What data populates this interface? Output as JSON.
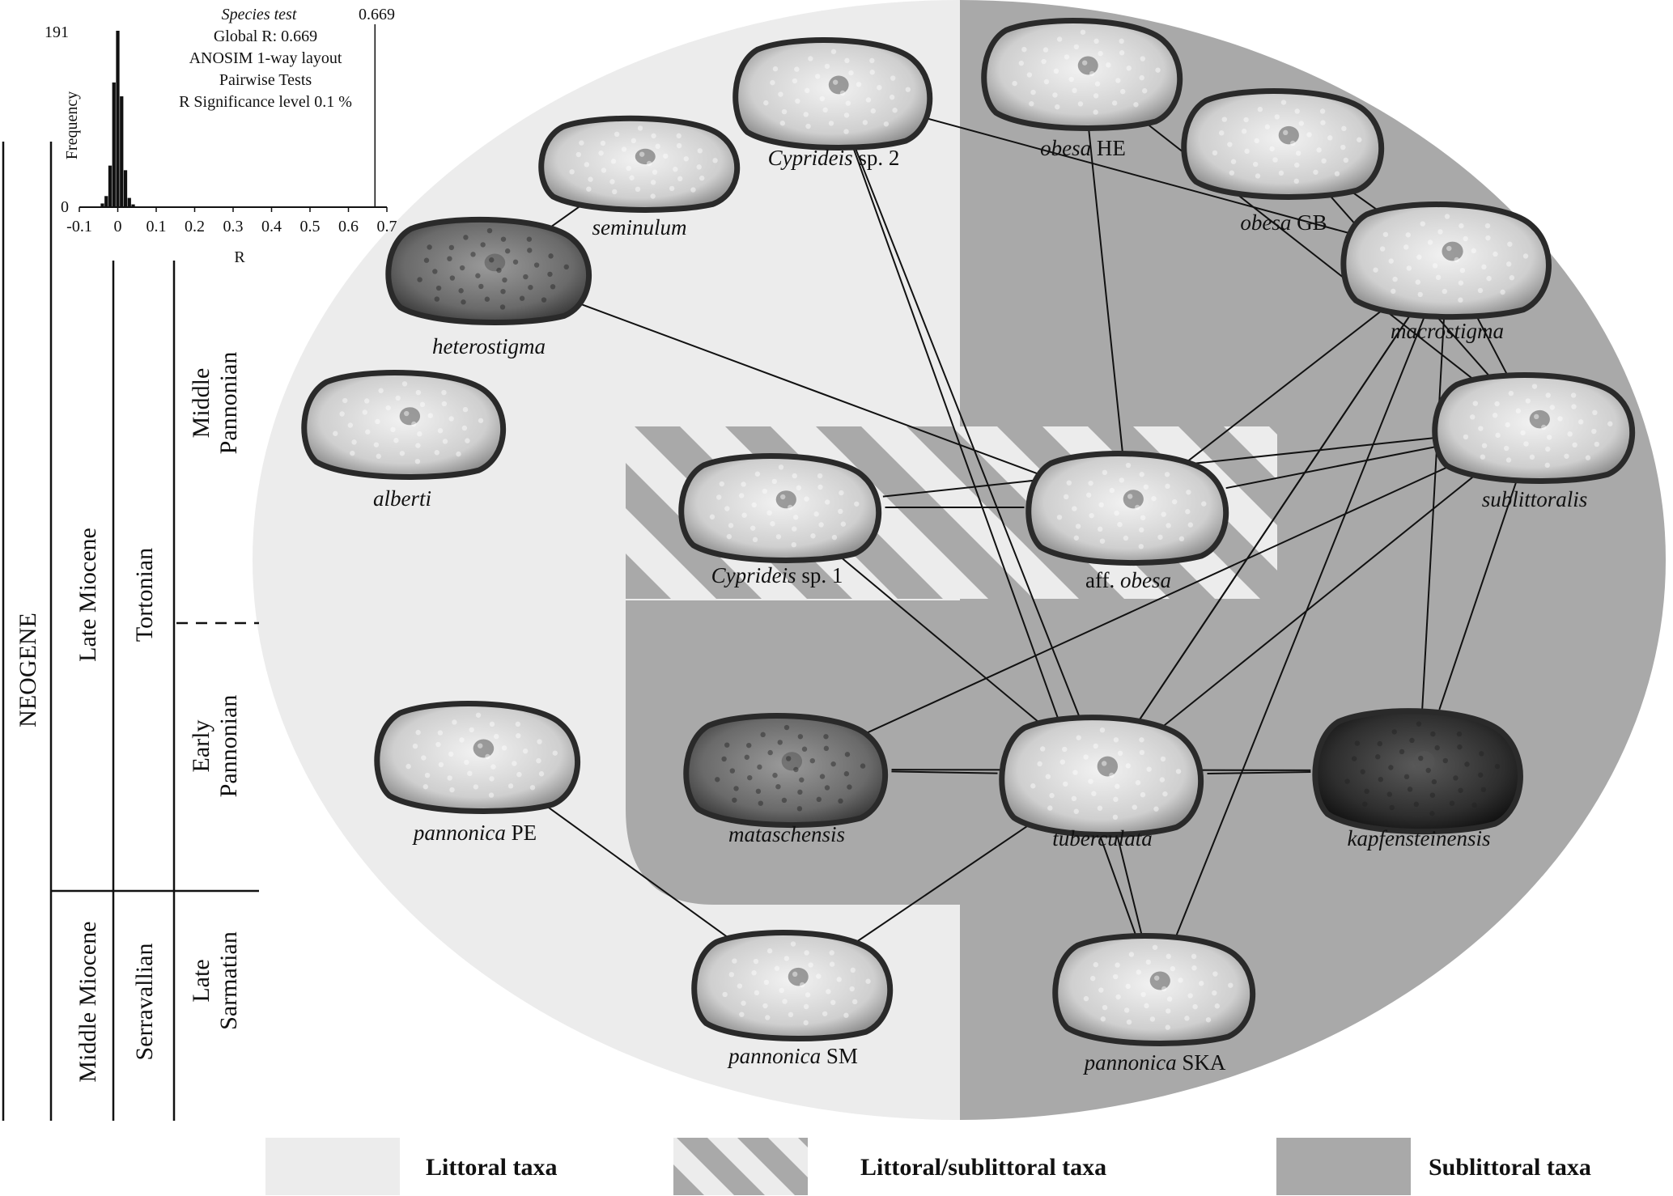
{
  "histogram": {
    "title": "Species test",
    "stat_value": "0.669",
    "lines": [
      "Global R: 0.669",
      "ANOSIM 1-way layout",
      "Pairwise Tests",
      "R Significance level 0.1 %"
    ],
    "ylabel": "Frequency",
    "xlabel": "R",
    "ymax_label": "191",
    "ymin_label": "0",
    "x_ticks": [
      "-0.1",
      "0",
      "0.1",
      "0.2",
      "0.3",
      "0.4",
      "0.5",
      "0.6",
      "0.7"
    ],
    "bins": [
      {
        "r": -0.04,
        "count": 4
      },
      {
        "r": -0.03,
        "count": 12
      },
      {
        "r": -0.02,
        "count": 45
      },
      {
        "r": -0.01,
        "count": 135
      },
      {
        "r": 0.0,
        "count": 191
      },
      {
        "r": 0.01,
        "count": 120
      },
      {
        "r": 0.02,
        "count": 40
      },
      {
        "r": 0.03,
        "count": 10
      },
      {
        "r": 0.04,
        "count": 3
      }
    ],
    "observed_r": 0.669
  },
  "stratigraphy": {
    "era": "NEOGENE",
    "epochs": [
      "Late Miocene",
      "Middle Miocene"
    ],
    "stages": [
      "Tortonian",
      "Serravallian"
    ],
    "substages": [
      [
        "Middle",
        "Pannonian"
      ],
      [
        "Early",
        "Pannonian"
      ],
      [
        "Late",
        "Sarmatian"
      ]
    ]
  },
  "taxa": [
    {
      "id": "seminulum",
      "label": "seminulum",
      "tone": "light"
    },
    {
      "id": "cyp2",
      "label": "Cyprideis",
      "suffix": " sp. 2",
      "tone": "light"
    },
    {
      "id": "obesaHE",
      "label": "obesa",
      "suffix": " HE",
      "tone": "light"
    },
    {
      "id": "obesaGB",
      "label": "obesa",
      "suffix": " GB",
      "tone": "light"
    },
    {
      "id": "heterostigma",
      "label": "heterostigma",
      "tone": "dark"
    },
    {
      "id": "macrostigma",
      "label": "macrostigma",
      "tone": "light"
    },
    {
      "id": "alberti",
      "label": "alberti",
      "tone": "light"
    },
    {
      "id": "sublittoralis",
      "label": "sublittoralis",
      "tone": "light"
    },
    {
      "id": "cyp1",
      "label": "Cyprideis",
      "suffix": " sp. 1",
      "tone": "light"
    },
    {
      "id": "affobesa",
      "prefix": "aff. ",
      "label": "obesa",
      "tone": "light"
    },
    {
      "id": "panPE",
      "label": "pannonica",
      "suffix": " PE",
      "tone": "light"
    },
    {
      "id": "mataschensis",
      "label": "mataschensis",
      "tone": "dark"
    },
    {
      "id": "tuberculata",
      "label": "tuberculata",
      "tone": "light"
    },
    {
      "id": "kapfensteinensis",
      "label": "kapfensteinensis",
      "tone": "black"
    },
    {
      "id": "panSM",
      "label": "pannonica",
      "suffix": " SM",
      "tone": "light"
    },
    {
      "id": "panSKA",
      "label": "pannonica",
      "suffix": " SKA",
      "tone": "light"
    }
  ],
  "connections": [
    [
      "seminulum",
      "heterostigma"
    ],
    [
      "heterostigma",
      "affobesa"
    ],
    [
      "cyp2",
      "macrostigma"
    ],
    [
      "cyp2",
      "tuberculata"
    ],
    [
      "cyp2",
      "panSKA"
    ],
    [
      "obesaHE",
      "affobesa"
    ],
    [
      "obesaHE",
      "sublittoralis"
    ],
    [
      "obesaGB",
      "macrostigma"
    ],
    [
      "obesaGB",
      "sublittoralis"
    ],
    [
      "macrostigma",
      "sublittoralis"
    ],
    [
      "macrostigma",
      "affobesa"
    ],
    [
      "macrostigma",
      "tuberculata"
    ],
    [
      "macrostigma",
      "kapfensteinensis"
    ],
    [
      "macrostigma",
      "panSKA"
    ],
    [
      "sublittoralis",
      "cyp1"
    ],
    [
      "sublittoralis",
      "affobesa"
    ],
    [
      "sublittoralis",
      "mataschensis"
    ],
    [
      "sublittoralis",
      "tuberculata"
    ],
    [
      "sublittoralis",
      "kapfensteinensis"
    ],
    [
      "cyp1",
      "affobesa"
    ],
    [
      "cyp1",
      "tuberculata"
    ],
    [
      "mataschensis",
      "tuberculata"
    ],
    [
      "mataschensis",
      "kapfensteinensis"
    ],
    [
      "tuberculata",
      "kapfensteinensis"
    ],
    [
      "tuberculata",
      "panSKA"
    ],
    [
      "tuberculata",
      "panSM"
    ],
    [
      "panPE",
      "panSM"
    ],
    [
      "macrostigma",
      "tuberculata"
    ]
  ],
  "legend": [
    {
      "label": "Littoral taxa",
      "pattern": "light"
    },
    {
      "label": "Littoral/sublittoral taxa",
      "pattern": "striped"
    },
    {
      "label": "Sublittoral taxa",
      "pattern": "dark"
    }
  ],
  "colors": {
    "littoral": "#ececec",
    "sublittoral": "#a9a9a9",
    "line": "#111111"
  }
}
